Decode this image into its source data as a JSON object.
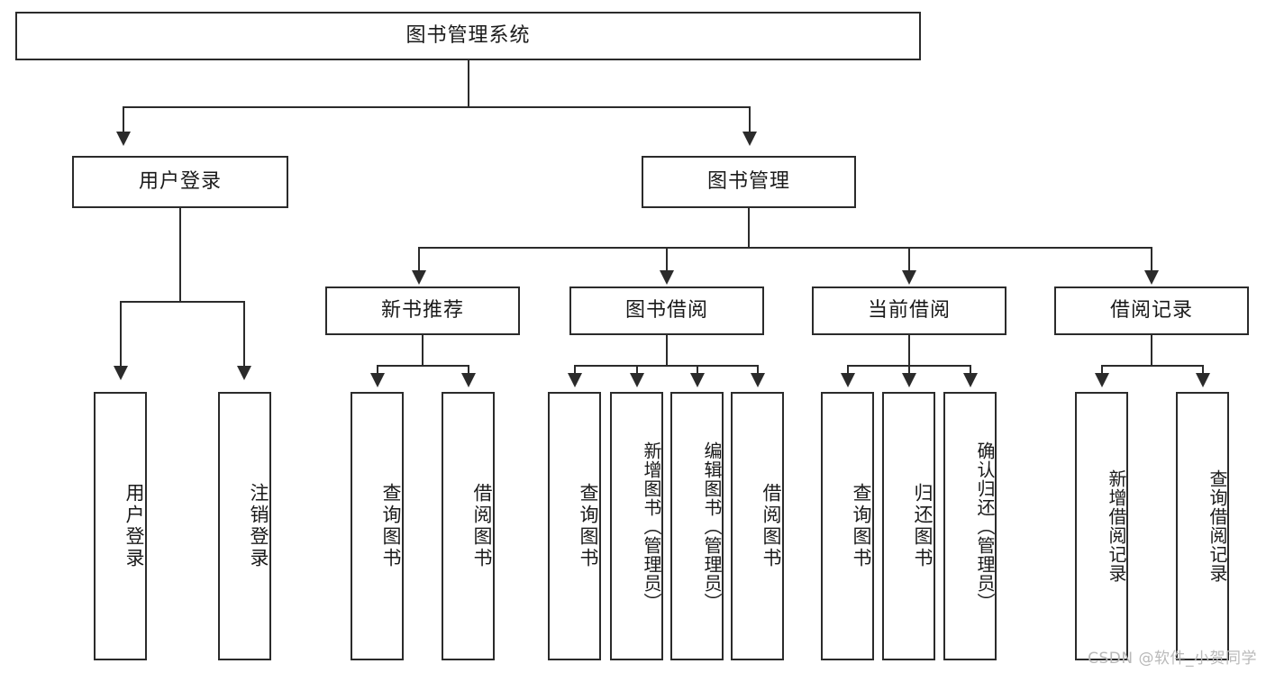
{
  "diagram": {
    "type": "hierarchy-tree",
    "title": "图书管理系统",
    "watermark": "CSDN @软件_小贺同学",
    "level2": [
      {
        "id": "user-login",
        "label": "用户登录"
      },
      {
        "id": "book-management",
        "label": "图书管理"
      }
    ],
    "level3": [
      {
        "id": "new-book-recommend",
        "label": "新书推荐",
        "parent": "book-management"
      },
      {
        "id": "book-borrow",
        "label": "图书借阅",
        "parent": "book-management"
      },
      {
        "id": "current-borrow",
        "label": "当前借阅",
        "parent": "book-management"
      },
      {
        "id": "borrow-record",
        "label": "借阅记录",
        "parent": "book-management"
      }
    ],
    "leaves": [
      {
        "id": "leaf-user-login",
        "label": "用户登录",
        "parent": "user-login"
      },
      {
        "id": "leaf-logout-login",
        "label": "注销登录",
        "parent": "user-login"
      },
      {
        "id": "leaf-query-book-1",
        "label": "查询图书",
        "parent": "new-book-recommend"
      },
      {
        "id": "leaf-borrow-book-1",
        "label": "借阅图书",
        "parent": "new-book-recommend"
      },
      {
        "id": "leaf-query-book-2",
        "label": "查询图书",
        "parent": "book-borrow"
      },
      {
        "id": "leaf-add-book",
        "label": "新增图书（管理员）",
        "parent": "book-borrow"
      },
      {
        "id": "leaf-edit-book",
        "label": "编辑图书（管理员）",
        "parent": "book-borrow"
      },
      {
        "id": "leaf-borrow-book-2",
        "label": "借阅图书",
        "parent": "book-borrow"
      },
      {
        "id": "leaf-query-book-3",
        "label": "查询图书",
        "parent": "current-borrow"
      },
      {
        "id": "leaf-return-book",
        "label": "归还图书",
        "parent": "current-borrow"
      },
      {
        "id": "leaf-confirm-return",
        "label": "确认归还（管理员）",
        "parent": "current-borrow"
      },
      {
        "id": "leaf-add-record",
        "label": "新增借阅记录",
        "parent": "borrow-record"
      },
      {
        "id": "leaf-query-record",
        "label": "查询借阅记录",
        "parent": "borrow-record"
      }
    ],
    "colors": {
      "stroke": "#2b2b2b",
      "fill": "#ffffff",
      "text": "#1a1a1a",
      "watermark": "#b9b9b9"
    }
  }
}
